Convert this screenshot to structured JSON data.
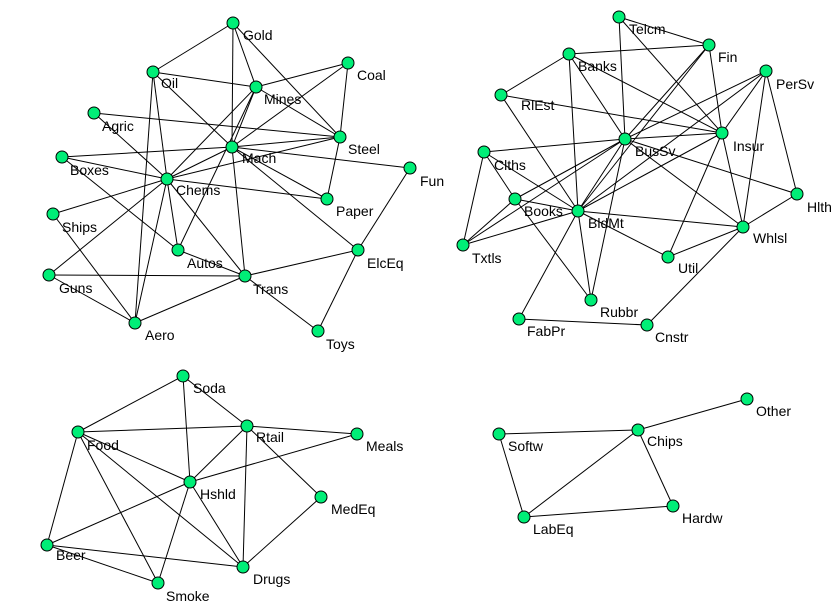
{
  "colors": {
    "node_fill": "#00ee77",
    "node_stroke": "#000000",
    "edge": "#000000",
    "background": "#ffffff"
  },
  "diagram": {
    "type": "network-graph",
    "nodes": [
      {
        "id": "Gold",
        "label": "Gold"
      },
      {
        "id": "Oil",
        "label": "Oil"
      },
      {
        "id": "Mines",
        "label": "Mines"
      },
      {
        "id": "Coal",
        "label": "Coal"
      },
      {
        "id": "Agric",
        "label": "Agric"
      },
      {
        "id": "Steel",
        "label": "Steel"
      },
      {
        "id": "Mach",
        "label": "Mach"
      },
      {
        "id": "Boxes",
        "label": "Boxes"
      },
      {
        "id": "Fun",
        "label": "Fun"
      },
      {
        "id": "Chems",
        "label": "Chems"
      },
      {
        "id": "Paper",
        "label": "Paper"
      },
      {
        "id": "Ships",
        "label": "Ships"
      },
      {
        "id": "Autos",
        "label": "Autos"
      },
      {
        "id": "ElcEq",
        "label": "ElcEq"
      },
      {
        "id": "Guns",
        "label": "Guns"
      },
      {
        "id": "Trans",
        "label": "Trans"
      },
      {
        "id": "Aero",
        "label": "Aero"
      },
      {
        "id": "Toys",
        "label": "Toys"
      },
      {
        "id": "Telcm",
        "label": "Telcm"
      },
      {
        "id": "Fin",
        "label": "Fin"
      },
      {
        "id": "Banks",
        "label": "Banks"
      },
      {
        "id": "PerSv",
        "label": "PerSv"
      },
      {
        "id": "RlEst",
        "label": "RlEst"
      },
      {
        "id": "BusSv",
        "label": "BusSv"
      },
      {
        "id": "Insur",
        "label": "Insur"
      },
      {
        "id": "Clths",
        "label": "Clths"
      },
      {
        "id": "Hlth",
        "label": "Hlth"
      },
      {
        "id": "Books",
        "label": "Books"
      },
      {
        "id": "BldMt",
        "label": "BldMt"
      },
      {
        "id": "Whlsl",
        "label": "Whlsl"
      },
      {
        "id": "Txtls",
        "label": "Txtls"
      },
      {
        "id": "Util",
        "label": "Util"
      },
      {
        "id": "Rubbr",
        "label": "Rubbr"
      },
      {
        "id": "FabPr",
        "label": "FabPr"
      },
      {
        "id": "Cnstr",
        "label": "Cnstr"
      },
      {
        "id": "Soda",
        "label": "Soda"
      },
      {
        "id": "Rtail",
        "label": "Rtail"
      },
      {
        "id": "Food",
        "label": "Food"
      },
      {
        "id": "Meals",
        "label": "Meals"
      },
      {
        "id": "Hshld",
        "label": "Hshld"
      },
      {
        "id": "MedEq",
        "label": "MedEq"
      },
      {
        "id": "Beer",
        "label": "Beer"
      },
      {
        "id": "Drugs",
        "label": "Drugs"
      },
      {
        "id": "Smoke",
        "label": "Smoke"
      },
      {
        "id": "Other",
        "label": "Other"
      },
      {
        "id": "Softw",
        "label": "Softw"
      },
      {
        "id": "Chips",
        "label": "Chips"
      },
      {
        "id": "LabEq",
        "label": "LabEq"
      },
      {
        "id": "Hardw",
        "label": "Hardw"
      }
    ],
    "edges": [
      [
        "Gold",
        "Oil"
      ],
      [
        "Gold",
        "Mines"
      ],
      [
        "Gold",
        "Mach"
      ],
      [
        "Gold",
        "Steel"
      ],
      [
        "Oil",
        "Mines"
      ],
      [
        "Oil",
        "Mach"
      ],
      [
        "Oil",
        "Chems"
      ],
      [
        "Oil",
        "Aero"
      ],
      [
        "Mines",
        "Coal"
      ],
      [
        "Mines",
        "Steel"
      ],
      [
        "Mines",
        "Mach"
      ],
      [
        "Mines",
        "Chems"
      ],
      [
        "Mines",
        "Autos"
      ],
      [
        "Coal",
        "Mach"
      ],
      [
        "Coal",
        "Steel"
      ],
      [
        "Agric",
        "Chems"
      ],
      [
        "Agric",
        "Steel"
      ],
      [
        "Boxes",
        "Mach"
      ],
      [
        "Boxes",
        "Chems"
      ],
      [
        "Boxes",
        "Autos"
      ],
      [
        "Steel",
        "Mach"
      ],
      [
        "Steel",
        "Chems"
      ],
      [
        "Steel",
        "Paper"
      ],
      [
        "Mach",
        "Chems"
      ],
      [
        "Mach",
        "Paper"
      ],
      [
        "Mach",
        "Fun"
      ],
      [
        "Mach",
        "Trans"
      ],
      [
        "Mach",
        "ElcEq"
      ],
      [
        "Chems",
        "Paper"
      ],
      [
        "Chems",
        "Autos"
      ],
      [
        "Chems",
        "Aero"
      ],
      [
        "Chems",
        "Trans"
      ],
      [
        "Chems",
        "Ships"
      ],
      [
        "Chems",
        "Guns"
      ],
      [
        "Ships",
        "Aero"
      ],
      [
        "Guns",
        "Aero"
      ],
      [
        "Guns",
        "Trans"
      ],
      [
        "Trans",
        "Aero"
      ],
      [
        "Trans",
        "Toys"
      ],
      [
        "Trans",
        "ElcEq"
      ],
      [
        "ElcEq",
        "Fun"
      ],
      [
        "ElcEq",
        "Toys"
      ],
      [
        "Autos",
        "Trans"
      ],
      [
        "Telcm",
        "Fin"
      ],
      [
        "Telcm",
        "Insur"
      ],
      [
        "Telcm",
        "BusSv"
      ],
      [
        "Banks",
        "Fin"
      ],
      [
        "Banks",
        "RlEst"
      ],
      [
        "Banks",
        "BldMt"
      ],
      [
        "Banks",
        "BusSv"
      ],
      [
        "Banks",
        "Insur"
      ],
      [
        "Fin",
        "BusSv"
      ],
      [
        "Fin",
        "Insur"
      ],
      [
        "Fin",
        "BldMt"
      ],
      [
        "RlEst",
        "Insur"
      ],
      [
        "RlEst",
        "BldMt"
      ],
      [
        "PerSv",
        "BusSv"
      ],
      [
        "PerSv",
        "Insur"
      ],
      [
        "PerSv",
        "Whlsl"
      ],
      [
        "PerSv",
        "Hlth"
      ],
      [
        "PerSv",
        "BldMt"
      ],
      [
        "BusSv",
        "Insur"
      ],
      [
        "BusSv",
        "Clths"
      ],
      [
        "BusSv",
        "Txtls"
      ],
      [
        "BusSv",
        "BldMt"
      ],
      [
        "BusSv",
        "Whlsl"
      ],
      [
        "BusSv",
        "Rubbr"
      ],
      [
        "BusSv",
        "Hlth"
      ],
      [
        "BusSv",
        "Books"
      ],
      [
        "Insur",
        "Whlsl"
      ],
      [
        "Insur",
        "Util"
      ],
      [
        "Insur",
        "BldMt"
      ],
      [
        "Clths",
        "Books"
      ],
      [
        "Clths",
        "Txtls"
      ],
      [
        "Clths",
        "BldMt"
      ],
      [
        "Books",
        "BldMt"
      ],
      [
        "Books",
        "Rubbr"
      ],
      [
        "Books",
        "Txtls"
      ],
      [
        "BldMt",
        "Whlsl"
      ],
      [
        "BldMt",
        "Rubbr"
      ],
      [
        "BldMt",
        "FabPr"
      ],
      [
        "BldMt",
        "Util"
      ],
      [
        "BldMt",
        "Txtls"
      ],
      [
        "Whlsl",
        "Util"
      ],
      [
        "Whlsl",
        "Cnstr"
      ],
      [
        "Whlsl",
        "Hlth"
      ],
      [
        "FabPr",
        "Cnstr"
      ],
      [
        "Soda",
        "Food"
      ],
      [
        "Soda",
        "Rtail"
      ],
      [
        "Soda",
        "Hshld"
      ],
      [
        "Food",
        "Rtail"
      ],
      [
        "Food",
        "Hshld"
      ],
      [
        "Food",
        "Drugs"
      ],
      [
        "Food",
        "Beer"
      ],
      [
        "Food",
        "Smoke"
      ],
      [
        "Rtail",
        "Meals"
      ],
      [
        "Rtail",
        "Hshld"
      ],
      [
        "Rtail",
        "Drugs"
      ],
      [
        "Rtail",
        "MedEq"
      ],
      [
        "Hshld",
        "Drugs"
      ],
      [
        "Hshld",
        "Beer"
      ],
      [
        "Hshld",
        "Smoke"
      ],
      [
        "Hshld",
        "Meals"
      ],
      [
        "MedEq",
        "Drugs"
      ],
      [
        "Beer",
        "Smoke"
      ],
      [
        "Beer",
        "Drugs"
      ],
      [
        "Softw",
        "Chips"
      ],
      [
        "Softw",
        "LabEq"
      ],
      [
        "Chips",
        "Other"
      ],
      [
        "Chips",
        "Hardw"
      ],
      [
        "Chips",
        "LabEq"
      ],
      [
        "LabEq",
        "Hardw"
      ]
    ]
  }
}
